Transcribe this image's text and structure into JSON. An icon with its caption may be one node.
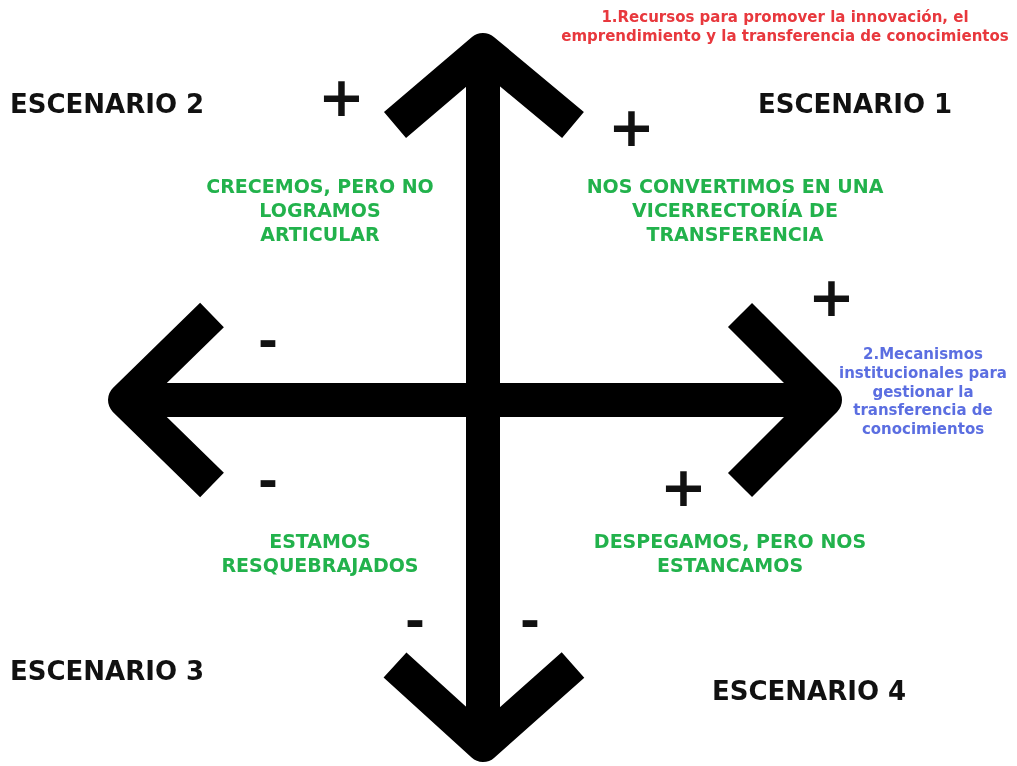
{
  "diagram": {
    "labels": [
      "1.Recursos para promover la innovación, el emprendimiento y la transferencia de conocimientos",
      "ESCENARIO 2",
      "+",
      "+",
      "ESCENARIO 1",
      "CRECEMOS, PERO NO LOGRAMOS ARTICULAR",
      "NOS CONVERTIMOS EN UNA VICERRECTORÍA DE TRANSFERENCIA",
      "+",
      "-",
      "2.Mecanismos institucionales para gestionar la transferencia de conocimientos",
      "-",
      "+",
      "ESTAMOS RESQUEBRAJADOS",
      "DESPEGAMOS, PERO NOS ESTANCAMOS",
      "-",
      "-",
      "ESCENARIO 3",
      "ESCENARIO 4"
    ]
  }
}
